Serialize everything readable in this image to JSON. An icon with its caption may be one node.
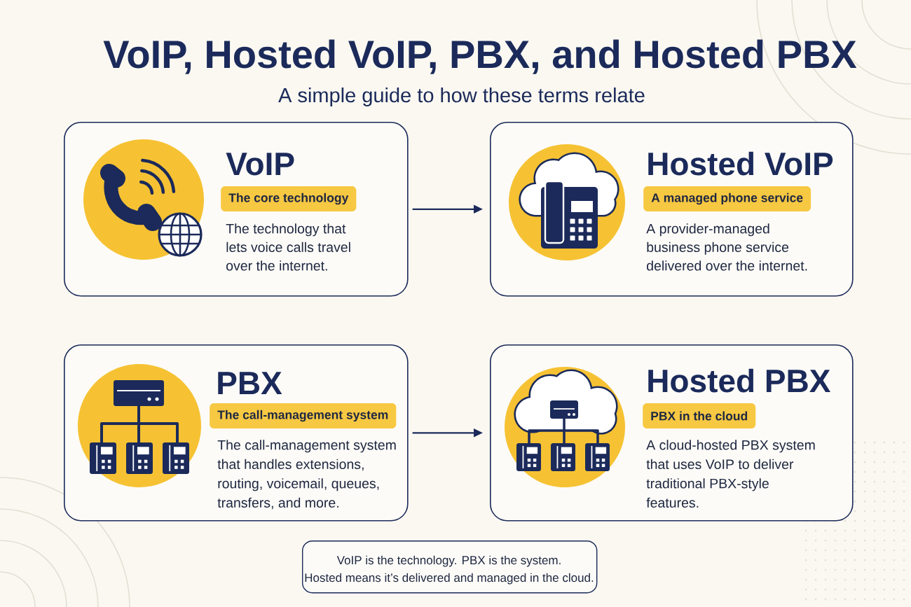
{
  "diagram": {
    "title": "VoIP, Hosted VoIP, PBX, and Hosted PBX",
    "caption": "A simple guide to how these terms relate",
    "nodes": [
      {
        "text": [
          "VoIP",
          "The technology that lets voice calls travel over the internet."
        ]
      },
      {
        "text": [
          "The core technology"
        ],
        "in": 0
      },
      {
        "text": [
          "Hosted VoIP",
          "A provider-managed business phone service delivered over the internet."
        ]
      },
      {
        "text": [
          "A managed phone service"
        ],
        "in": 2
      },
      {
        "text": [
          "PBX",
          "The call-management system that handles extensions, routing, voicemail, queues, transfers, and more."
        ]
      },
      {
        "text": [
          "The call-management system"
        ],
        "in": 4
      },
      {
        "text": [
          "Hosted PBX",
          "A cloud-hosted PBX system that uses VoIP to deliver traditional PBX-style features."
        ]
      },
      {
        "text": [
          "PBX in the cloud"
        ],
        "in": 6
      },
      {
        "text": [
          "VoIP is the technology. PBX is the system.",
          "Hosted means it’s delivered and managed in the cloud."
        ]
      }
    ],
    "edges": [
      {
        "from": 0,
        "to": 2,
        "arrow": "to"
      },
      {
        "from": 4,
        "to": 6,
        "arrow": "to"
      }
    ]
  }
}
